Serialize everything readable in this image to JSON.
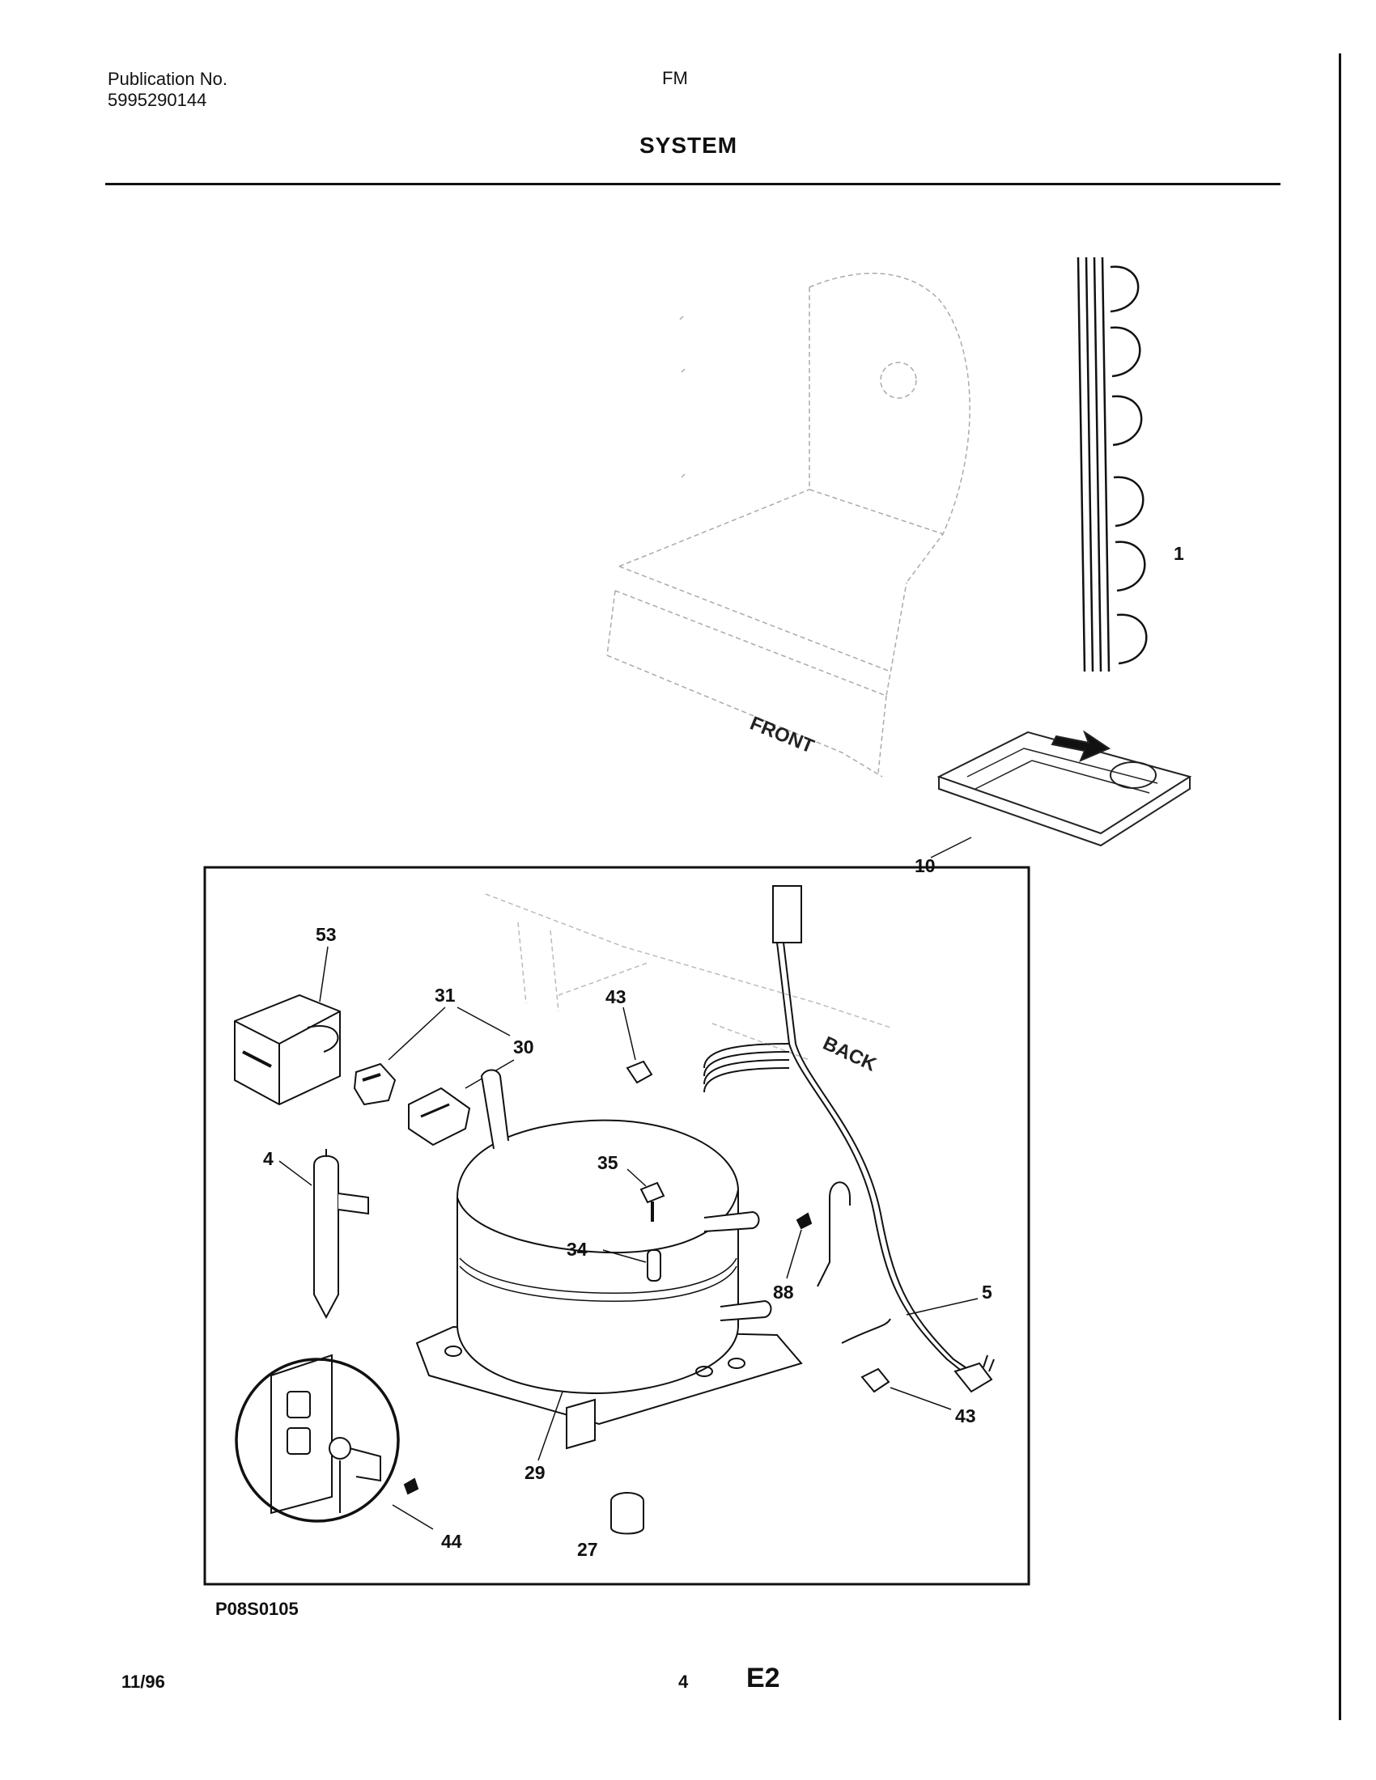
{
  "header": {
    "publication_label": "Publication No.",
    "publication_number": "5995290144",
    "model_code": "FM",
    "section_title": "SYSTEM"
  },
  "diagram": {
    "orientation_labels": {
      "front": "FRONT",
      "back": "BACK"
    },
    "callouts": {
      "condenser": "1",
      "drain_pan": "10",
      "relay": "53",
      "overload": "31",
      "cover": "30",
      "clip_top": "43",
      "filter_drier": "4",
      "grommet_stud": "35",
      "sleeve": "34",
      "screw": "88",
      "power_cord": "5",
      "clip_bottom": "43",
      "compressor": "29",
      "outlet_detail": "44",
      "grommet": "27"
    },
    "figure_id": "P08S0105"
  },
  "footer": {
    "date": "11/96",
    "page_number": "4",
    "section_code": "E2"
  }
}
